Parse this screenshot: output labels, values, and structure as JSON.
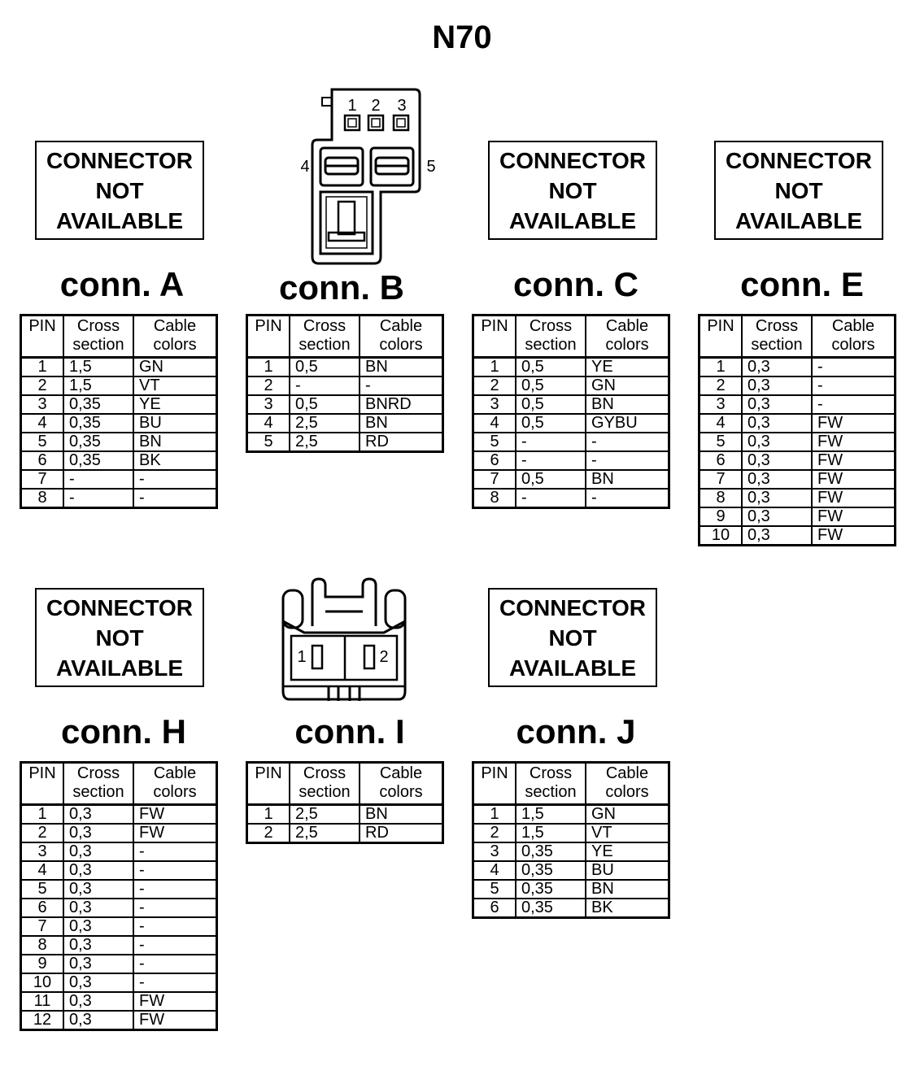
{
  "title": "N70",
  "headers": {
    "pin": "PIN",
    "cross": [
      "Cross",
      "section"
    ],
    "colors": [
      "Cable",
      "colors"
    ]
  },
  "not_available": [
    "CONNECTOR",
    "NOT",
    "AVAILABLE"
  ],
  "connectors": {
    "A": {
      "label": "conn. A",
      "rows": [
        [
          "1",
          "1,5",
          "GN"
        ],
        [
          "2",
          "1,5",
          "VT"
        ],
        [
          "3",
          "0,35",
          "YE"
        ],
        [
          "4",
          "0,35",
          "BU"
        ],
        [
          "5",
          "0,35",
          "BN"
        ],
        [
          "6",
          "0,35",
          "BK"
        ],
        [
          "7",
          "-",
          "-"
        ],
        [
          "8",
          "-",
          "-"
        ]
      ]
    },
    "B": {
      "label": "conn. B",
      "pin_labels": [
        "1",
        "2",
        "3",
        "4",
        "5"
      ],
      "rows": [
        [
          "1",
          "0,5",
          "BN"
        ],
        [
          "2",
          "-",
          "-"
        ],
        [
          "3",
          "0,5",
          "BNRD"
        ],
        [
          "4",
          "2,5",
          "BN"
        ],
        [
          "5",
          "2,5",
          "RD"
        ]
      ]
    },
    "C": {
      "label": "conn. C",
      "rows": [
        [
          "1",
          "0,5",
          "YE"
        ],
        [
          "2",
          "0,5",
          "GN"
        ],
        [
          "3",
          "0,5",
          "BN"
        ],
        [
          "4",
          "0,5",
          "GYBU"
        ],
        [
          "5",
          "-",
          "-"
        ],
        [
          "6",
          "-",
          "-"
        ],
        [
          "7",
          "0,5",
          "BN"
        ],
        [
          "8",
          "-",
          "-"
        ]
      ]
    },
    "E": {
      "label": "conn. E",
      "rows": [
        [
          "1",
          "0,3",
          "-"
        ],
        [
          "2",
          "0,3",
          "-"
        ],
        [
          "3",
          "0,3",
          "-"
        ],
        [
          "4",
          "0,3",
          "FW"
        ],
        [
          "5",
          "0,3",
          "FW"
        ],
        [
          "6",
          "0,3",
          "FW"
        ],
        [
          "7",
          "0,3",
          "FW"
        ],
        [
          "8",
          "0,3",
          "FW"
        ],
        [
          "9",
          "0,3",
          "FW"
        ],
        [
          "10",
          "0,3",
          "FW"
        ]
      ]
    },
    "H": {
      "label": "conn. H",
      "rows": [
        [
          "1",
          "0,3",
          "FW"
        ],
        [
          "2",
          "0,3",
          "FW"
        ],
        [
          "3",
          "0,3",
          "-"
        ],
        [
          "4",
          "0,3",
          "-"
        ],
        [
          "5",
          "0,3",
          "-"
        ],
        [
          "6",
          "0,3",
          "-"
        ],
        [
          "7",
          "0,3",
          "-"
        ],
        [
          "8",
          "0,3",
          "-"
        ],
        [
          "9",
          "0,3",
          "-"
        ],
        [
          "10",
          "0,3",
          "-"
        ],
        [
          "11",
          "0,3",
          "FW"
        ],
        [
          "12",
          "0,3",
          "FW"
        ]
      ]
    },
    "I": {
      "label": "conn. I",
      "pin_labels": [
        "1",
        "2"
      ],
      "rows": [
        [
          "1",
          "2,5",
          "BN"
        ],
        [
          "2",
          "2,5",
          "RD"
        ]
      ]
    },
    "J": {
      "label": "conn. J",
      "rows": [
        [
          "1",
          "1,5",
          "GN"
        ],
        [
          "2",
          "1,5",
          "VT"
        ],
        [
          "3",
          "0,35",
          "YE"
        ],
        [
          "4",
          "0,35",
          "BU"
        ],
        [
          "5",
          "0,35",
          "BN"
        ],
        [
          "6",
          "0,35",
          "BK"
        ]
      ]
    }
  }
}
